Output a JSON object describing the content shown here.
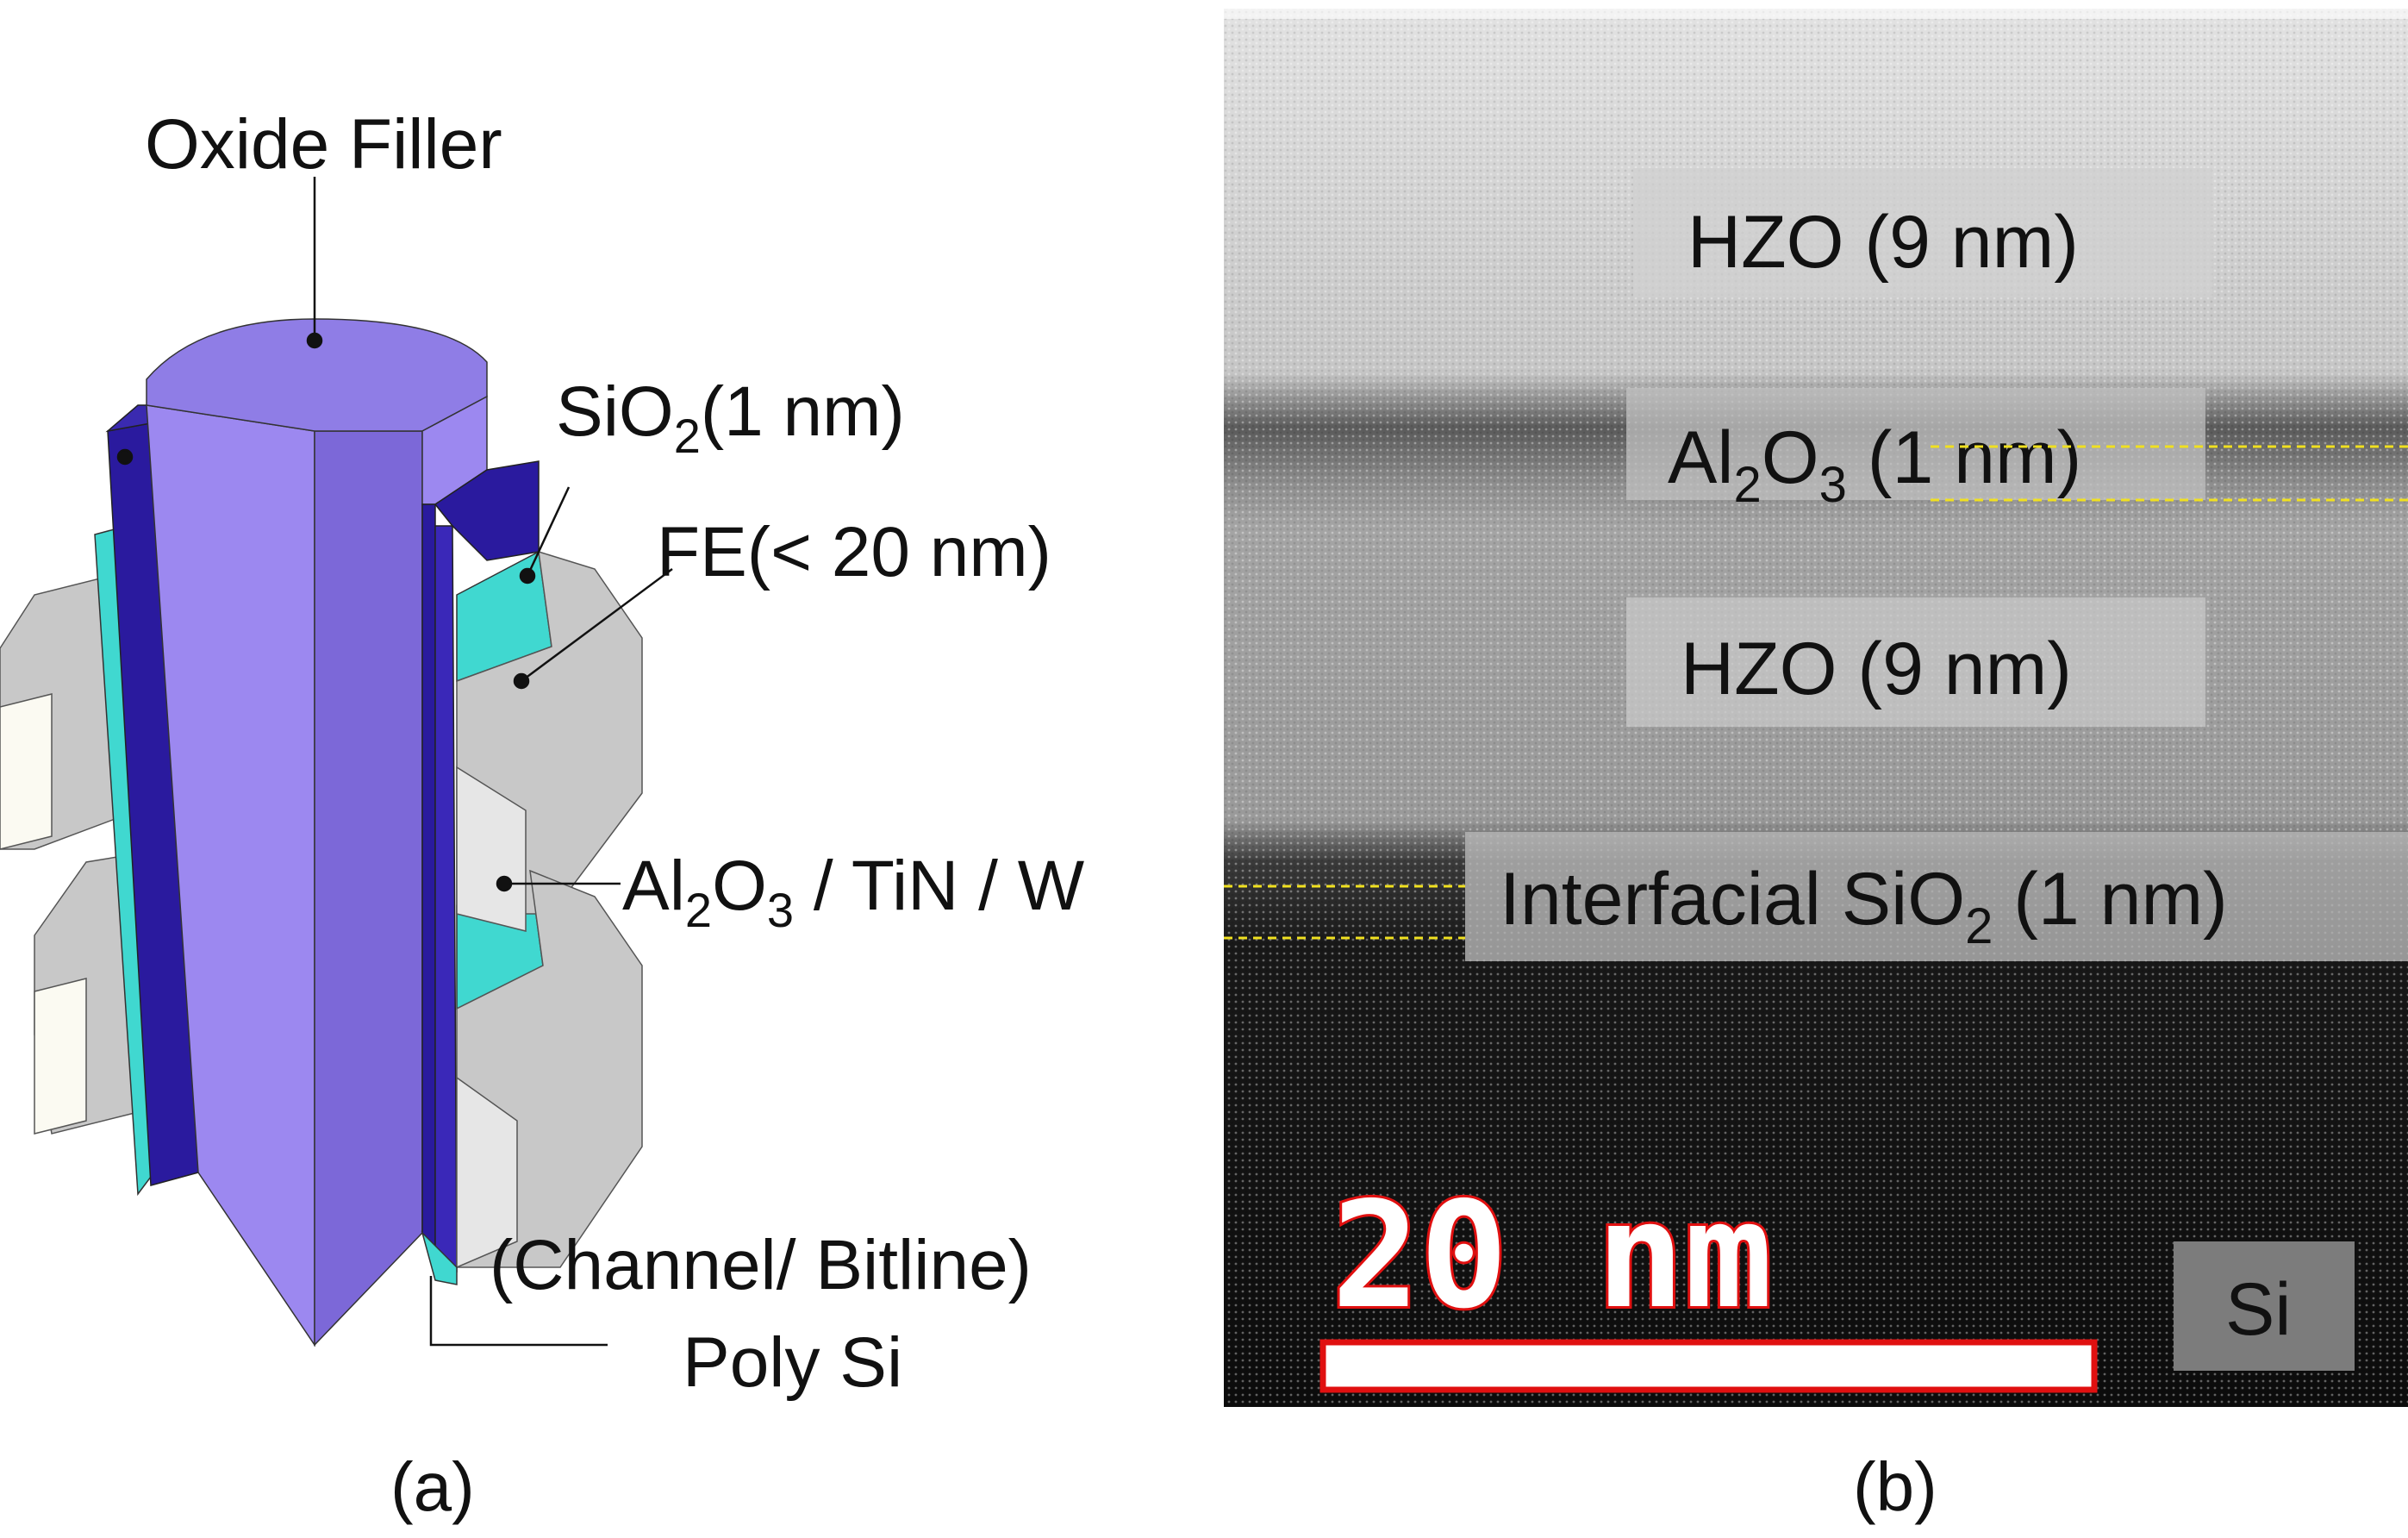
{
  "panel_a": {
    "caption": "(a)",
    "labels": {
      "oxide_filler": "Oxide Filler",
      "sio2_main": "SiO",
      "sio2_sub": "2",
      "sio2_rest": "(1 nm)",
      "fe": "FE(< 20 nm)",
      "gate_al": "Al",
      "gate_sub1": "2",
      "gate_o": "O",
      "gate_sub2": "3",
      "gate_rest": " / TiN / W",
      "channel": "(Channel/ Bitline)",
      "poly_si": "Poly Si"
    },
    "colors": {
      "oxide_front": "#9c88f0",
      "oxide_side": "#7c68d8",
      "oxide_top": "#8f7de6",
      "sio2": "#2a1a9e",
      "fe": "#40d8d0",
      "gate": "#c8c8c8",
      "gate_light": "#fbfaf2"
    }
  },
  "panel_b": {
    "caption": "(b)",
    "labels": {
      "hzo_top": "HZO (9 nm)",
      "al2o3_a": "Al",
      "al2o3_s1": "2",
      "al2o3_o": "O",
      "al2o3_s2": "3",
      "al2o3_rest": " (1 nm)",
      "hzo_mid": "HZO (9 nm)",
      "interfacial_main": "Interfacial SiO",
      "interfacial_sub": "2",
      "interfacial_rest": " (1 nm)",
      "si": "Si",
      "scale_bar": "20  nm"
    },
    "colors": {
      "marker_line": "#f0e020",
      "scale_text": "#ffffff",
      "scale_outline": "#e01010"
    }
  }
}
